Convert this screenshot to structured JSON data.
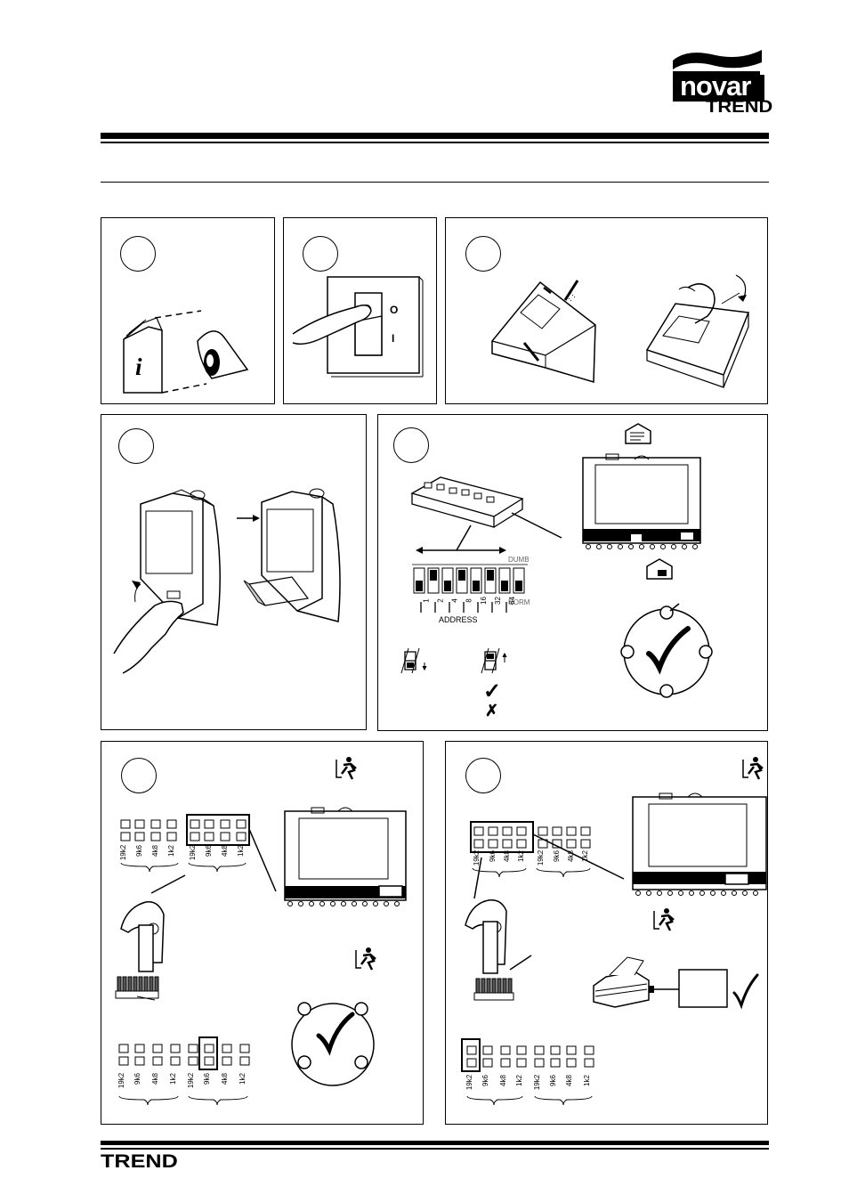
{
  "header": {
    "brand_logo": "novar",
    "registered_mark": "®",
    "sub_logo": "TREND"
  },
  "footer": {
    "logo": "TREND"
  },
  "step1": {
    "book_symbol": "i"
  },
  "step2": {
    "switch_off": "O",
    "switch_on": "I"
  },
  "step5": {
    "dumb_label": "DUMB",
    "norm_label": "NORM",
    "address_label": "ADDRESS",
    "address_values": [
      "1",
      "2",
      "4",
      "8",
      "16",
      "32",
      "64"
    ],
    "check_mark": "✓",
    "cross_mark": "✗"
  },
  "step6": {
    "baud_top": [
      "19k2",
      "9k6",
      "4k8",
      "1k2",
      "19k2",
      "9k6",
      "4k8",
      "1k2"
    ],
    "baud_bottom": [
      "19k2",
      "9k6",
      "4k8",
      "1k2",
      "19k2",
      "9k6",
      "4k8",
      "1k2"
    ],
    "check_mark": "✓"
  },
  "step7": {
    "baud_top": [
      "19k2",
      "9k6",
      "4k8",
      "1k2",
      "19k2",
      "9k6",
      "4k8",
      "1k2"
    ],
    "baud_bottom": [
      "19k2",
      "9k6",
      "4k8",
      "1k2",
      "19k2",
      "9k6",
      "4k8",
      "1k2"
    ],
    "check_mark": "✓"
  }
}
